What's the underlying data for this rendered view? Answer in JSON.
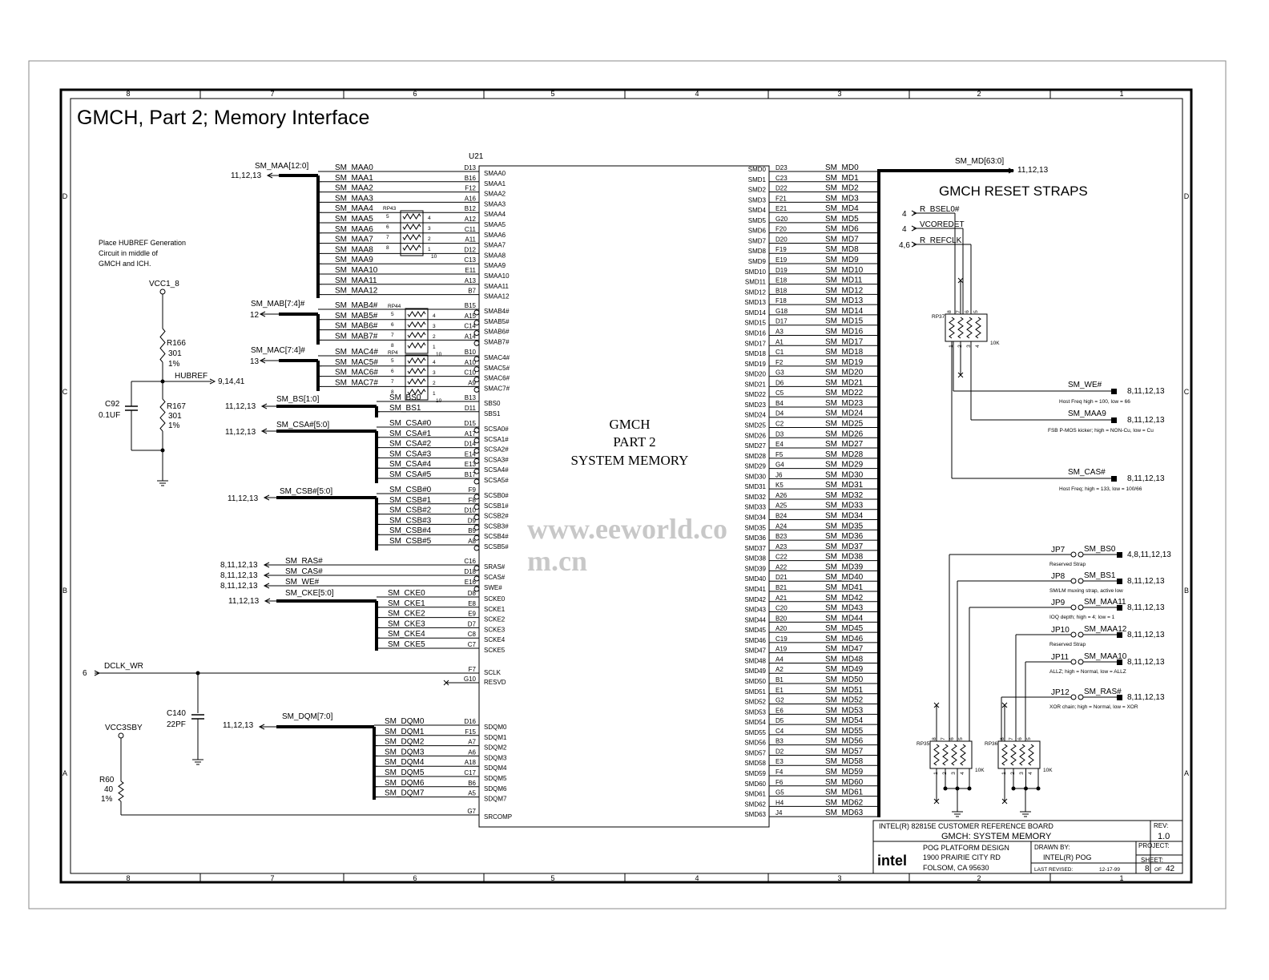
{
  "title": "GMCH, Part 2; Memory Interface",
  "watermark": "www.eeworld.com.cn",
  "zones": {
    "cols": [
      "8",
      "7",
      "6",
      "5",
      "4",
      "3",
      "2",
      "1"
    ],
    "rows": [
      "D",
      "C",
      "B",
      "A"
    ]
  },
  "chip": {
    "ref": "U21",
    "label": [
      "GMCH",
      "PART 2",
      "SYSTEM MEMORY"
    ]
  },
  "left_groups": [
    {
      "bus": "SM_MAA[12:0]",
      "refs": "11,12,13",
      "pins": [
        [
          "D13",
          "SMAA0",
          "SM_MAA0"
        ],
        [
          "B16",
          "SMAA1",
          "SM_MAA1"
        ],
        [
          "F12",
          "SMAA2",
          "SM_MAA2"
        ],
        [
          "A16",
          "SMAA3",
          "SM_MAA3"
        ],
        [
          "B12",
          "SMAA4",
          "SM_MAA4"
        ],
        [
          "A12",
          "SMAA5",
          "SM_MAA5"
        ],
        [
          "C11",
          "SMAA6",
          "SM_MAA6"
        ],
        [
          "A11",
          "SMAA7",
          "SM_MAA7"
        ],
        [
          "D12",
          "SMAA8",
          "SM_MAA8"
        ],
        [
          "C13",
          "SMAA9",
          "SM_MAA9"
        ],
        [
          "E11",
          "SMAA10",
          "SM_MAA10"
        ],
        [
          "A13",
          "SMAA11",
          "SM_MAA11"
        ],
        [
          "B7",
          "SMAA12",
          "SM_MAA12"
        ]
      ]
    },
    {
      "bus": "SM_MAB[7:4]#",
      "refs": "12",
      "pins": [
        [
          "B15",
          "SMAB4#",
          "SM_MAB4#"
        ],
        [
          "A15",
          "SMAB5#",
          "SM_MAB5#"
        ],
        [
          "C14",
          "SMAB6#",
          "SM_MAB6#"
        ],
        [
          "A14",
          "SMAB7#",
          "SM_MAB7#"
        ]
      ]
    },
    {
      "bus": "SM_MAC[7:4]#",
      "refs": "13",
      "pins": [
        [
          "B10",
          "SMAC4#",
          "SM_MAC4#"
        ],
        [
          "A10",
          "SMAC5#",
          "SM_MAC5#"
        ],
        [
          "C10",
          "SMAC6#",
          "SM_MAC6#"
        ],
        [
          "A9",
          "SMAC7#",
          "SM_MAC7#"
        ]
      ]
    },
    {
      "bus": "SM_BS[1:0]",
      "refs": "11,12,13",
      "pins": [
        [
          "B13",
          "SBS0",
          "SM_BS0"
        ],
        [
          "D11",
          "SBS1",
          "SM_BS1"
        ]
      ]
    },
    {
      "bus": "SM_CSA#[5:0]",
      "refs": "11,12,13",
      "pins": [
        [
          "D15",
          "SCSA0#",
          "SM_CSA#0"
        ],
        [
          "A17",
          "SCSA1#",
          "SM_CSA#1"
        ],
        [
          "D14",
          "SCSA2#",
          "SM_CSA#2"
        ],
        [
          "E14",
          "SCSA3#",
          "SM_CSA#3"
        ],
        [
          "E13",
          "SCSA4#",
          "SM_CSA#4"
        ],
        [
          "B17",
          "SCSA5#",
          "SM_CSA#5"
        ]
      ]
    },
    {
      "bus": "SM_CSB#[5:0]",
      "refs": "11,12,13",
      "pins": [
        [
          "F9",
          "SCSB0#",
          "SM_CSB#0"
        ],
        [
          "F8",
          "SCSB1#",
          "SM_CSB#1"
        ],
        [
          "D10",
          "SCSB2#",
          "SM_CSB#2"
        ],
        [
          "D9",
          "SCSB3#",
          "SM_CSB#3"
        ],
        [
          "B9",
          "SCSB4#",
          "SM_CSB#4"
        ],
        [
          "A8",
          "SCSB5#",
          "SM_CSB#5"
        ]
      ]
    },
    {
      "bus": null,
      "refs": null,
      "pins": [
        [
          "C16",
          "SRAS#",
          "SM_RAS#",
          "8,11,12,13"
        ],
        [
          "D18",
          "SCAS#",
          "SM_CAS#",
          "8,11,12,13"
        ],
        [
          "E16",
          "SWE#",
          "SM_WE#",
          "8,11,12,13"
        ]
      ]
    },
    {
      "bus": "SM_CKE[5:0]",
      "refs": "11,12,13",
      "pins": [
        [
          "D8",
          "SCKE0",
          "SM_CKE0"
        ],
        [
          "E8",
          "SCKE1",
          "SM_CKE1"
        ],
        [
          "E9",
          "SCKE2",
          "SM_CKE2"
        ],
        [
          "D7",
          "SCKE3",
          "SM_CKE3"
        ],
        [
          "C8",
          "SCKE4",
          "SM_CKE4"
        ],
        [
          "C7",
          "SCKE5",
          "SM_CKE5"
        ]
      ]
    },
    {
      "bus": null,
      "refs": null,
      "pins": [
        [
          "F7",
          "SCLK",
          "DCLK_WR",
          "6"
        ],
        [
          "G10",
          "RESVD",
          ""
        ]
      ]
    },
    {
      "bus": "SM_DQM[7:0]",
      "refs": "11,12,13",
      "pins": [
        [
          "D16",
          "SDQM0",
          "SM_DQM0"
        ],
        [
          "F15",
          "SDQM1",
          "SM_DQM1"
        ],
        [
          "A7",
          "SDQM2",
          "SM_DQM2"
        ],
        [
          "A6",
          "SDQM3",
          "SM_DQM3"
        ],
        [
          "A18",
          "SDQM4",
          "SM_DQM4"
        ],
        [
          "C17",
          "SDQM5",
          "SM_DQM5"
        ],
        [
          "B6",
          "SDQM6",
          "SM_DQM6"
        ],
        [
          "A5",
          "SDQM7",
          "SM_DQM7"
        ]
      ]
    },
    {
      "bus": null,
      "refs": null,
      "pins": [
        [
          "G7",
          "SRCOMP",
          ""
        ]
      ]
    }
  ],
  "resistor_packs_left": [
    {
      "ref": "RP43",
      "left": [
        "5",
        "6",
        "7",
        "8"
      ],
      "right": [
        "4",
        "3",
        "2",
        "1"
      ],
      "common": "10"
    },
    {
      "ref": "RP44",
      "left": [
        "5",
        "6",
        "7",
        "8"
      ],
      "right": [
        "4",
        "3",
        "2",
        "1"
      ],
      "common": "10"
    },
    {
      "ref": "RP4",
      "left": [
        "5",
        "6",
        "7",
        "8"
      ],
      "right": [
        "4",
        "3",
        "2",
        "1"
      ],
      "common": "10"
    }
  ],
  "right_bus": {
    "name": "SM_MD[63:0]",
    "refs": "11,12,13"
  },
  "right_pins": [
    [
      "D23",
      "SMD0",
      "SM_MD0"
    ],
    [
      "C23",
      "SMD1",
      "SM_MD1"
    ],
    [
      "D22",
      "SMD2",
      "SM_MD2"
    ],
    [
      "F21",
      "SMD3",
      "SM_MD3"
    ],
    [
      "E21",
      "SMD4",
      "SM_MD4"
    ],
    [
      "G20",
      "SMD5",
      "SM_MD5"
    ],
    [
      "F20",
      "SMD6",
      "SM_MD6"
    ],
    [
      "D20",
      "SMD7",
      "SM_MD7"
    ],
    [
      "F19",
      "SMD8",
      "SM_MD8"
    ],
    [
      "E19",
      "SMD9",
      "SM_MD9"
    ],
    [
      "D19",
      "SMD10",
      "SM_MD10"
    ],
    [
      "E18",
      "SMD11",
      "SM_MD11"
    ],
    [
      "B18",
      "SMD12",
      "SM_MD12"
    ],
    [
      "F18",
      "SMD13",
      "SM_MD13"
    ],
    [
      "G18",
      "SMD14",
      "SM_MD14"
    ],
    [
      "D17",
      "SMD15",
      "SM_MD15"
    ],
    [
      "A3",
      "SMD16",
      "SM_MD16"
    ],
    [
      "A1",
      "SMD17",
      "SM_MD17"
    ],
    [
      "C1",
      "SMD18",
      "SM_MD18"
    ],
    [
      "F2",
      "SMD19",
      "SM_MD19"
    ],
    [
      "G3",
      "SMD20",
      "SM_MD20"
    ],
    [
      "D6",
      "SMD21",
      "SM_MD21"
    ],
    [
      "C5",
      "SMD22",
      "SM_MD22"
    ],
    [
      "B4",
      "SMD23",
      "SM_MD23"
    ],
    [
      "D4",
      "SMD24",
      "SM_MD24"
    ],
    [
      "C2",
      "SMD25",
      "SM_MD25"
    ],
    [
      "D3",
      "SMD26",
      "SM_MD26"
    ],
    [
      "E4",
      "SMD27",
      "SM_MD27"
    ],
    [
      "F5",
      "SMD28",
      "SM_MD28"
    ],
    [
      "G4",
      "SMD29",
      "SM_MD29"
    ],
    [
      "J6",
      "SMD30",
      "SM_MD30"
    ],
    [
      "K5",
      "SMD31",
      "SM_MD31"
    ],
    [
      "A26",
      "SMD32",
      "SM_MD32"
    ],
    [
      "A25",
      "SMD33",
      "SM_MD33"
    ],
    [
      "B24",
      "SMD34",
      "SM_MD34"
    ],
    [
      "A24",
      "SMD35",
      "SM_MD35"
    ],
    [
      "B23",
      "SMD36",
      "SM_MD36"
    ],
    [
      "A23",
      "SMD37",
      "SM_MD37"
    ],
    [
      "C22",
      "SMD38",
      "SM_MD38"
    ],
    [
      "A22",
      "SMD39",
      "SM_MD39"
    ],
    [
      "D21",
      "SMD40",
      "SM_MD40"
    ],
    [
      "B21",
      "SMD41",
      "SM_MD41"
    ],
    [
      "A21",
      "SMD42",
      "SM_MD42"
    ],
    [
      "C20",
      "SMD43",
      "SM_MD43"
    ],
    [
      "B20",
      "SMD44",
      "SM_MD44"
    ],
    [
      "A20",
      "SMD45",
      "SM_MD45"
    ],
    [
      "C19",
      "SMD46",
      "SM_MD46"
    ],
    [
      "A19",
      "SMD47",
      "SM_MD47"
    ],
    [
      "A4",
      "SMD48",
      "SM_MD48"
    ],
    [
      "A2",
      "SMD49",
      "SM_MD49"
    ],
    [
      "B1",
      "SMD50",
      "SM_MD50"
    ],
    [
      "E1",
      "SMD51",
      "SM_MD51"
    ],
    [
      "G2",
      "SMD52",
      "SM_MD52"
    ],
    [
      "E6",
      "SMD53",
      "SM_MD53"
    ],
    [
      "D5",
      "SMD54",
      "SM_MD54"
    ],
    [
      "C4",
      "SMD55",
      "SM_MD55"
    ],
    [
      "B3",
      "SMD56",
      "SM_MD56"
    ],
    [
      "D2",
      "SMD57",
      "SM_MD57"
    ],
    [
      "E3",
      "SMD58",
      "SM_MD58"
    ],
    [
      "F4",
      "SMD59",
      "SM_MD59"
    ],
    [
      "F6",
      "SMD60",
      "SM_MD60"
    ],
    [
      "G5",
      "SMD61",
      "SM_MD61"
    ],
    [
      "H4",
      "SMD62",
      "SM_MD62"
    ],
    [
      "J4",
      "SMD63",
      "SM_MD63"
    ]
  ],
  "left_components": {
    "note": [
      "Place HUBREF Generation",
      "Circuit in middle of",
      "GMCH and ICH."
    ],
    "vcc1_8": "VCC1_8",
    "r166": {
      "ref": "R166",
      "value": "301",
      "tol": "1%"
    },
    "hubref": {
      "net": "HUBREF",
      "refs": "9,14,41"
    },
    "c92": {
      "ref": "C92",
      "value": "0.1UF"
    },
    "r167": {
      "ref": "R167",
      "value": "301",
      "tol": "1%"
    },
    "c140": {
      "ref": "C140",
      "value": "22PF"
    },
    "vcc3sby": "VCC3SBY",
    "r60": {
      "ref": "R60",
      "value": "40",
      "tol": "1%"
    }
  },
  "reset_straps": {
    "title": "GMCH RESET STRAPS",
    "inputs": [
      {
        "ref": "4",
        "net": "R_BSEL0#"
      },
      {
        "ref": "4",
        "net": "VCOREDET"
      },
      {
        "ref": "4,6",
        "net": "R_REFCLK"
      }
    ],
    "pack": {
      "ref": "RP37",
      "top": [
        "8",
        "7",
        "6",
        "5"
      ],
      "bottom": [
        "1",
        "2",
        "3",
        "4"
      ],
      "value": "10K"
    },
    "outputs": [
      {
        "net": "SM_WE#",
        "refs": "8,11,12,13",
        "note": "Host Freq high = 100, low = 66"
      },
      {
        "net": "SM_MAA9",
        "refs": "8,11,12,13",
        "note": "FSB P-MOS kicker; high = NON-Cu, low = Cu"
      },
      {
        "net": "SM_CAS#",
        "refs": "8,11,12,13",
        "note": "Host Freq; high = 133, low = 100/66"
      }
    ],
    "jumpers": [
      {
        "ref": "JP7",
        "net": "SM_BS0",
        "refs": "4,8,11,12,13",
        "note": "Reserved Strap"
      },
      {
        "ref": "JP8",
        "net": "SM_BS1",
        "refs": "8,11,12,13",
        "note": "SM/LM muxing strap, active low"
      },
      {
        "ref": "JP9",
        "net": "SM_MAA11",
        "refs": "8,11,12,13",
        "note": "IOQ depth; high = 4; low = 1"
      },
      {
        "ref": "JP10",
        "net": "SM_MAA12",
        "refs": "8,11,12,13",
        "note": "Reserved Strap"
      },
      {
        "ref": "JP11",
        "net": "SM_MAA10",
        "refs": "8,11,12,13",
        "note": "ALLZ; high = Normal, low = ALLZ"
      },
      {
        "ref": "JP12",
        "net": "SM_RAS#",
        "refs": "8,11,12,13",
        "note": "XOR chain; high = Normal, low = XOR"
      }
    ],
    "packs_bottom": [
      {
        "ref": "RP35",
        "top": [
          "8",
          "7",
          "6",
          "5"
        ],
        "bottom": [
          "1",
          "2",
          "3",
          "4"
        ],
        "value": "10K"
      },
      {
        "ref": "RP36",
        "top": [
          "8",
          "7",
          "6",
          "5"
        ],
        "bottom": [
          "1",
          "2",
          "3",
          "4"
        ],
        "value": "10K"
      }
    ]
  },
  "title_block": {
    "board": "INTEL(R) 82815E CUSTOMER REFERENCE BOARD",
    "sheet_title": "GMCH: SYSTEM MEMORY",
    "rev_label": "REV:",
    "rev": "1.0",
    "project_label": "PROJECT:",
    "logo": "intel",
    "address": [
      "POG PLATFORM DESIGN",
      "1900 PRAIRIE CITY RD",
      "FOLSOM, CA 95630"
    ],
    "drawn_by_label": "DRAWN BY:",
    "drawn_by": "INTEL(R) POG",
    "last_revised_label": "LAST REVISED:",
    "last_revised": "12-17-99",
    "sheet_label": "SHEET:",
    "sheet": "8",
    "of_label": "OF",
    "total": "42"
  }
}
